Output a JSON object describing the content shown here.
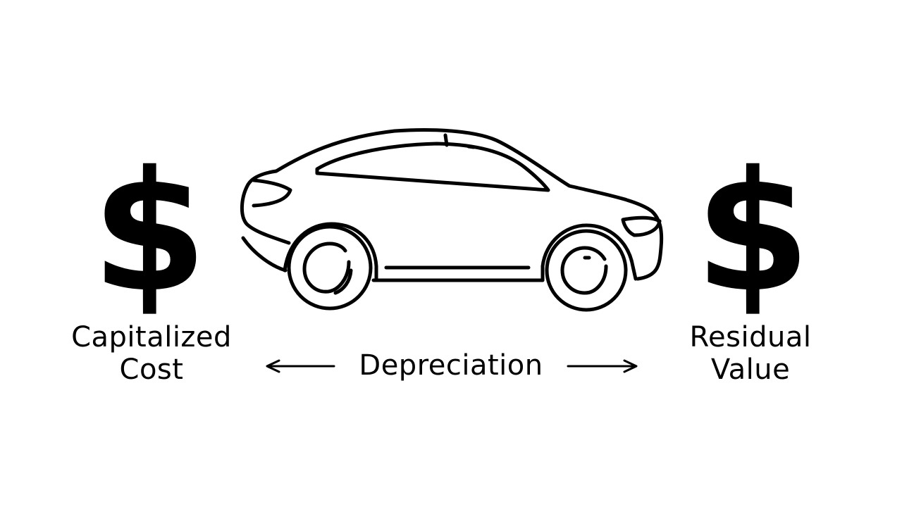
{
  "symbols": {
    "start": "$",
    "end": "$"
  },
  "labels": {
    "start_line1": "Capitalized",
    "start_line2": "Cost",
    "middle": "Depreciation",
    "end_line1": "Residual",
    "end_line2": "Value"
  },
  "icons": {
    "vehicle": "car-icon",
    "arrow_left": "arrow-left-icon",
    "arrow_right": "arrow-right-icon"
  },
  "colors": {
    "ink": "#000000",
    "background": "#ffffff"
  }
}
